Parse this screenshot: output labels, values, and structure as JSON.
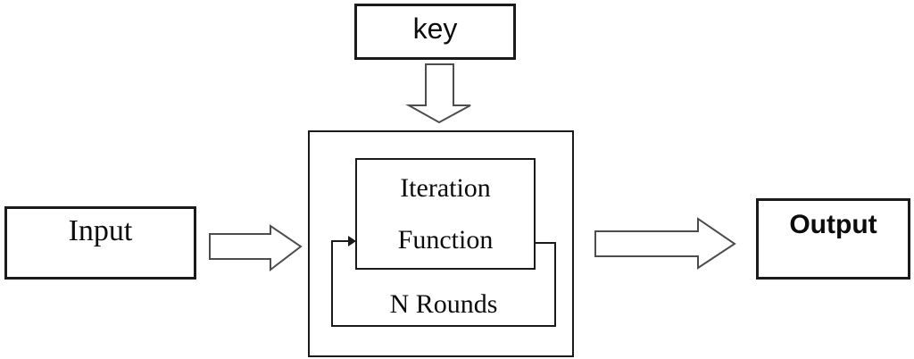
{
  "diagram": {
    "title": "iterated-block-cipher-flow",
    "key_label": "key",
    "input_label": "Input",
    "iteration_box": {
      "line1": "Iteration",
      "line2": "Function"
    },
    "rounds_label": "N Rounds",
    "output_label": "Output",
    "icons": [
      "down-block-arrow-icon",
      "right-block-arrow-icon",
      "loop-feedback-arrow-icon"
    ],
    "colors": {
      "background": "#ffffff",
      "line": "#1a1a1a",
      "arrow_outline": "#4d4d4d"
    }
  }
}
